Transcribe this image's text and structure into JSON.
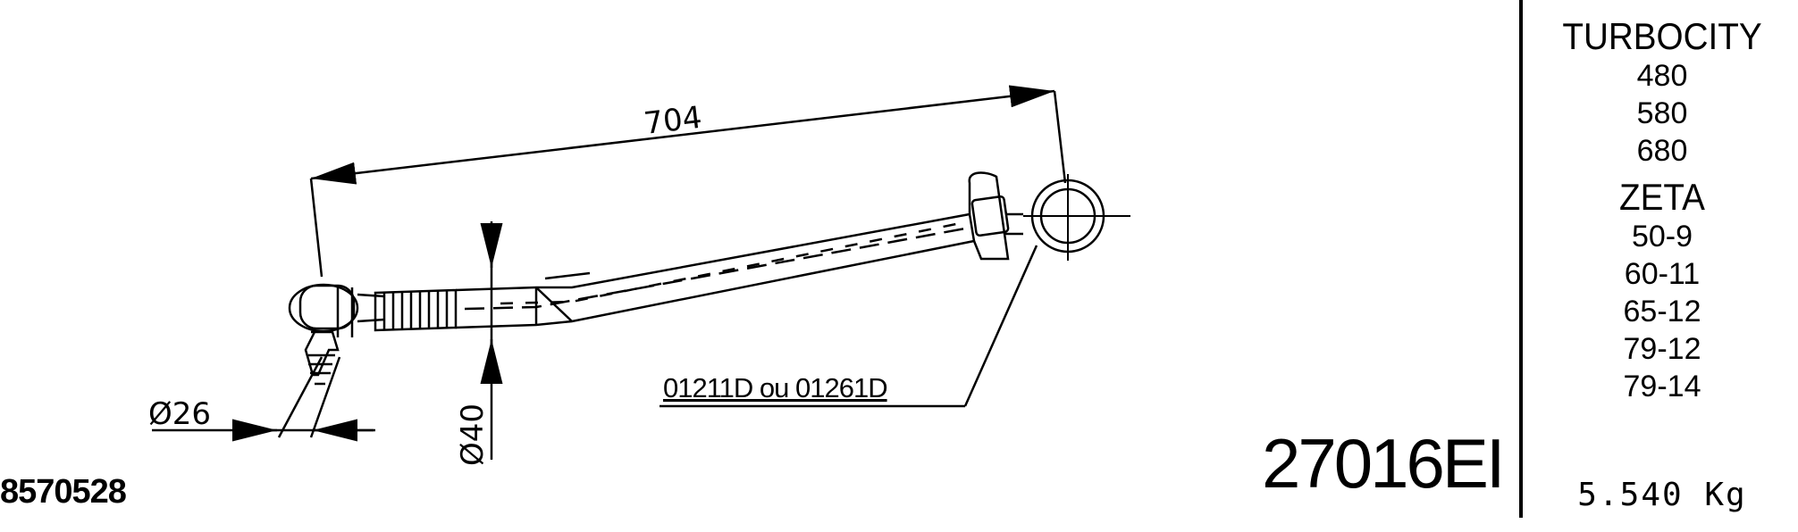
{
  "part_number": "8570528",
  "reference": "27016EI",
  "dimensions": {
    "length": "704",
    "diameter_end": "Ø26",
    "diameter_tube": "Ø40"
  },
  "component_codes": "01211D ou 01261D",
  "applications": [
    {
      "group": "TURBOCITY",
      "models": [
        "480",
        "580",
        "680"
      ]
    },
    {
      "group": "ZETA",
      "models": [
        "50-9",
        "60-11",
        "65-12",
        "79-12",
        "79-14"
      ]
    }
  ],
  "weight": "5.540 Kg"
}
